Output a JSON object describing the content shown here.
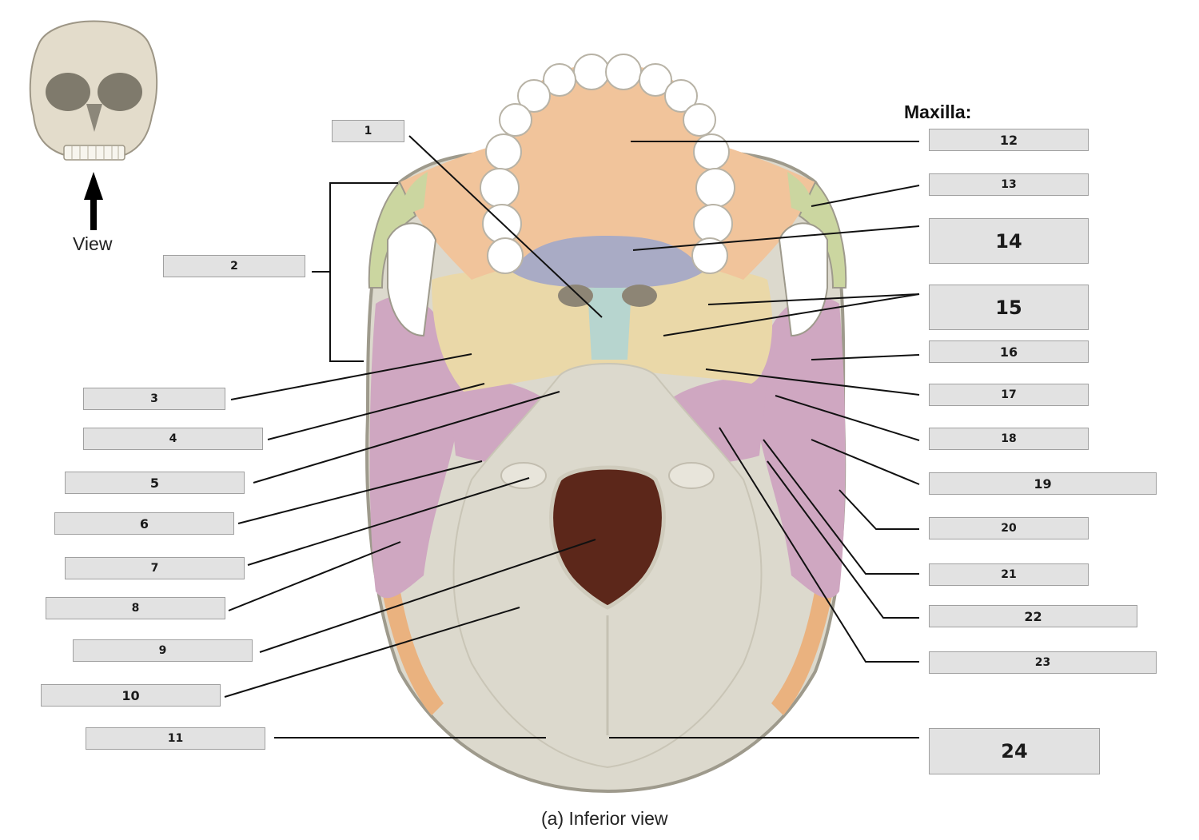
{
  "heading": "Maxilla:",
  "caption": "(a) Inferior view",
  "thumbnail": {
    "view_label": "View",
    "icon": "skull-front-icon",
    "arrow_icon": "up-arrow-icon"
  },
  "labels": [
    "1",
    "2",
    "3",
    "4",
    "5",
    "6",
    "7",
    "8",
    "9",
    "10",
    "11",
    "12",
    "13",
    "14",
    "15",
    "16",
    "17",
    "18",
    "19",
    "20",
    "21",
    "22",
    "23",
    "24"
  ],
  "colors": {
    "maxilla": "#f1c49b",
    "zygomatic": "#cbd6a0",
    "palatine": "#a9abc5",
    "vomer": "#b7d5cf",
    "sphenoid": "#ead8a8",
    "temporal": "#cfa7c1",
    "occipital": "#dcd9cd",
    "parietal": "#eab27f",
    "foramen_magnum": "#5c271a",
    "label_box": "#e2e2e2",
    "leader_line": "#111111"
  }
}
